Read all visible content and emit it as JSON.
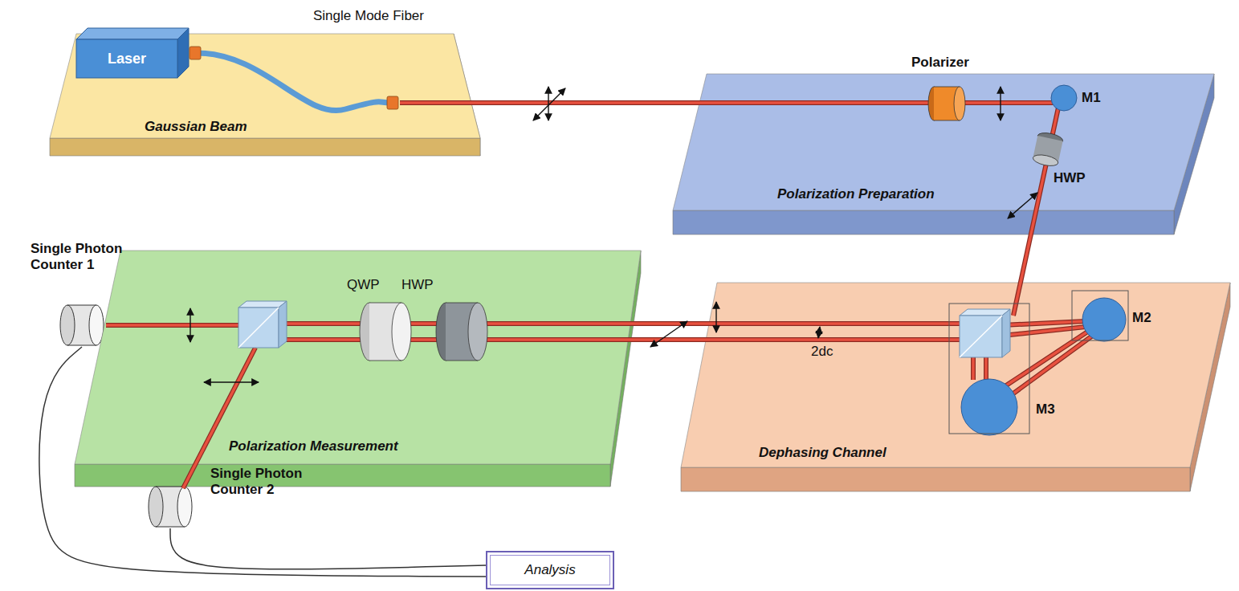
{
  "diagram": {
    "nodes": [
      {
        "text": [
          "Gaussian Beam"
        ]
      },
      {
        "text": [
          "Laser"
        ],
        "in": 0
      },
      {
        "text": [
          "Polarization Preparation"
        ]
      },
      {
        "text": [
          "Single Photon Counter 1"
        ]
      },
      {
        "text": [
          "Polarization Measurement"
        ]
      },
      {
        "text": [
          "Dephasing Channel"
        ]
      },
      {
        "text": [
          "Single Photon Counter 2"
        ]
      },
      {
        "text": [
          "Analysis"
        ]
      }
    ],
    "edges": [
      {
        "from": 3,
        "to": 7,
        "arrow": "none"
      },
      {
        "from": 6,
        "to": 7,
        "arrow": "none"
      }
    ],
    "labels": [
      "Single Mode Fiber",
      "Polarizer",
      "M1",
      "HWP",
      "QWP",
      "HWP",
      "2dc",
      "M2",
      "M3"
    ]
  }
}
